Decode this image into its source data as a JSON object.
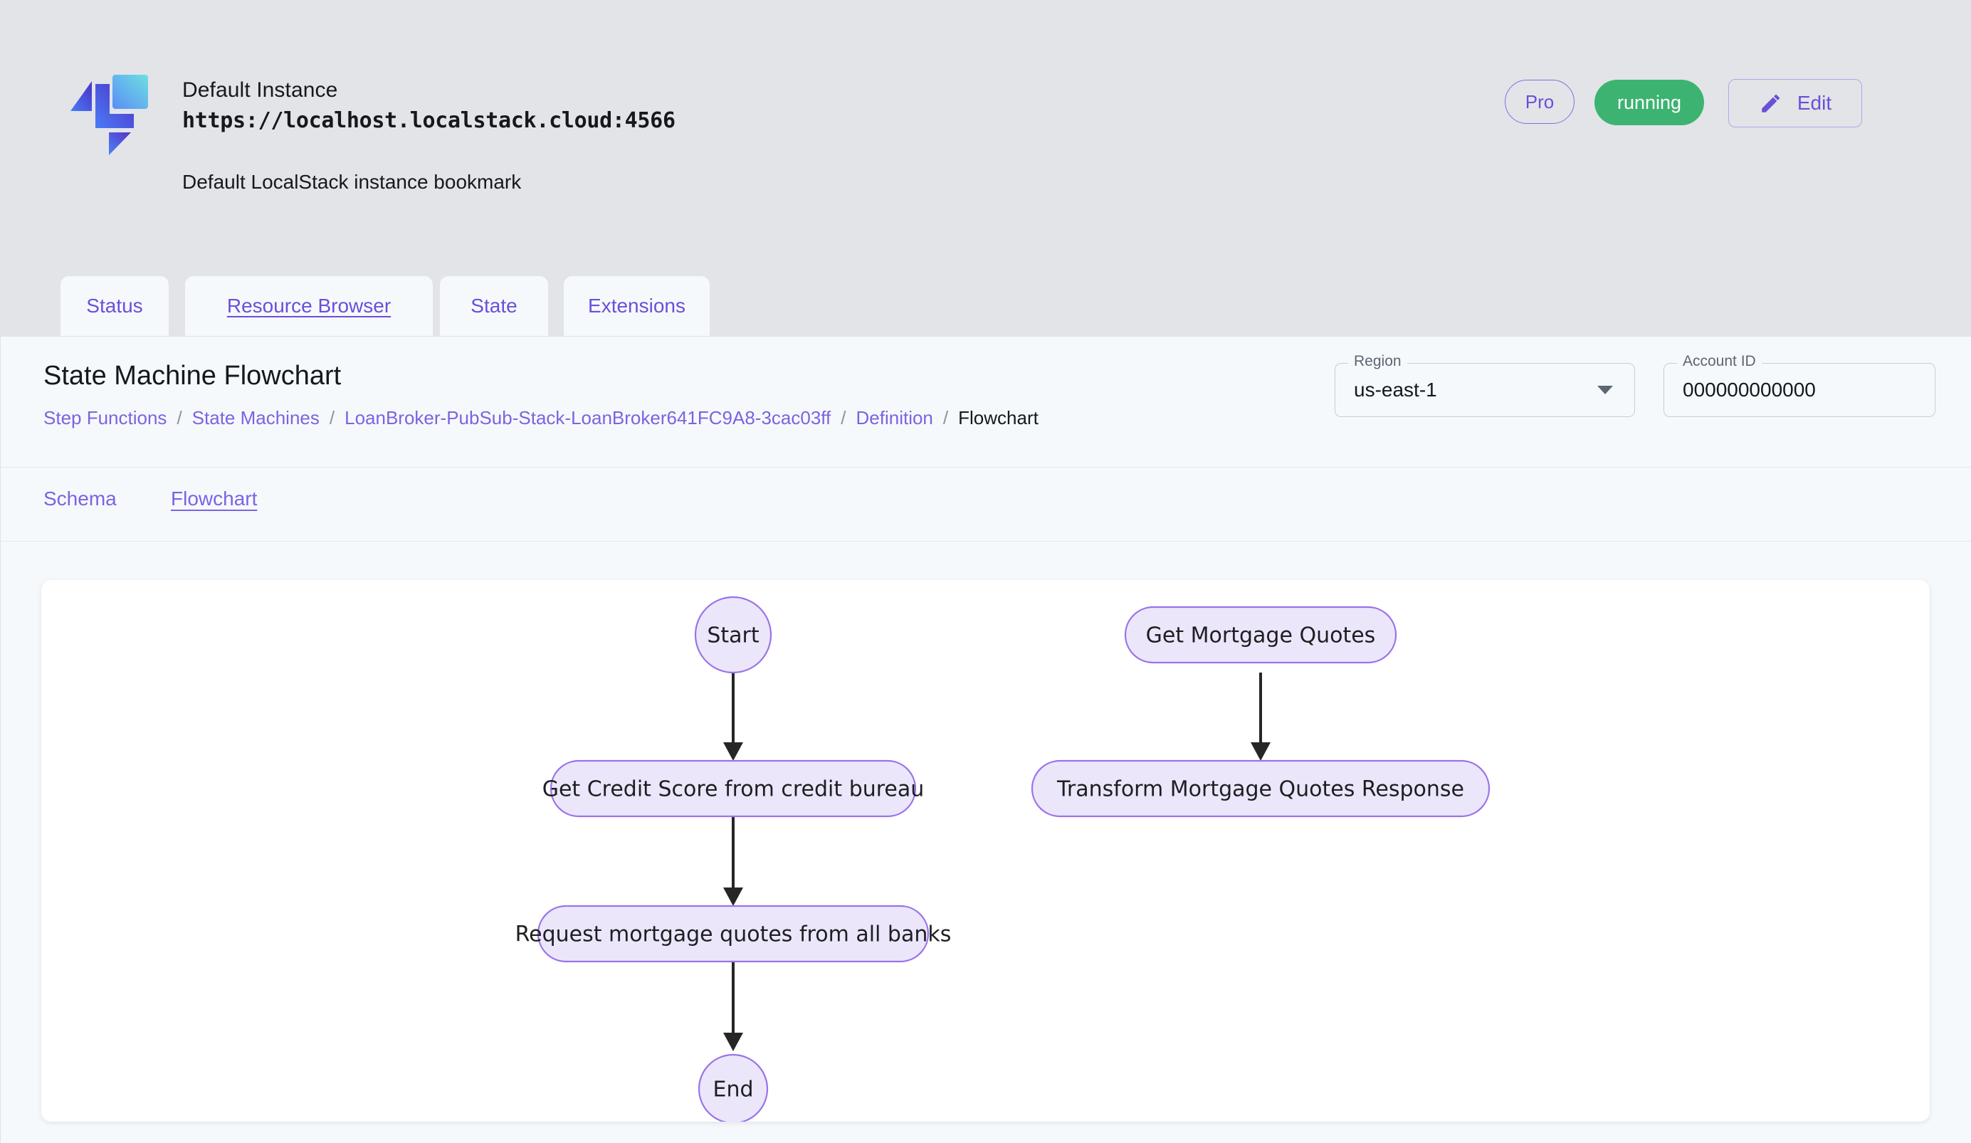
{
  "instance": {
    "name": "Default Instance",
    "url": "https://localhost.localstack.cloud:4566",
    "description": "Default LocalStack instance bookmark",
    "pro_label": "Pro",
    "status_label": "running",
    "edit_label": "Edit"
  },
  "top_tabs": [
    {
      "label": "Status",
      "active": false
    },
    {
      "label": "Resource Browser",
      "active": true
    },
    {
      "label": "State",
      "active": false
    },
    {
      "label": "Extensions",
      "active": false
    }
  ],
  "page": {
    "title": "State Machine Flowchart",
    "breadcrumb": [
      {
        "label": "Step Functions",
        "current": false
      },
      {
        "label": "State Machines",
        "current": false
      },
      {
        "label": "LoanBroker-PubSub-Stack-LoanBroker641FC9A8-3cac03ff",
        "current": false
      },
      {
        "label": "Definition",
        "current": false
      },
      {
        "label": "Flowchart",
        "current": true
      }
    ],
    "separator": "/"
  },
  "region_field": {
    "label": "Region",
    "value": "us-east-1"
  },
  "account_field": {
    "label": "Account ID",
    "value": "000000000000"
  },
  "sub_tabs": [
    {
      "label": "Schema",
      "active": false
    },
    {
      "label": "Flowchart",
      "active": true
    }
  ],
  "flowchart": {
    "nodes": [
      {
        "id": "start",
        "label": "Start",
        "shape": "ellipse"
      },
      {
        "id": "credit",
        "label": "Get Credit Score from credit bureau",
        "shape": "rounded-rect"
      },
      {
        "id": "request",
        "label": "Request mortgage quotes from all banks",
        "shape": "rounded-rect"
      },
      {
        "id": "end",
        "label": "End",
        "shape": "ellipse"
      },
      {
        "id": "getquotes",
        "label": "Get Mortgage Quotes",
        "shape": "rounded-rect"
      },
      {
        "id": "transform",
        "label": "Transform Mortgage Quotes Response",
        "shape": "rounded-rect"
      }
    ],
    "edges": [
      {
        "from": "start",
        "to": "credit"
      },
      {
        "from": "credit",
        "to": "request"
      },
      {
        "from": "request",
        "to": "end"
      },
      {
        "from": "getquotes",
        "to": "transform"
      }
    ]
  },
  "colors": {
    "accent": "#6b4fd8",
    "link": "#7c63e0",
    "status_running": "#3cb371",
    "node_fill": "#ece6fb",
    "node_stroke": "#9a73e8",
    "page_background": "#e2e4e8",
    "panel_background": "#f5f9fc"
  }
}
